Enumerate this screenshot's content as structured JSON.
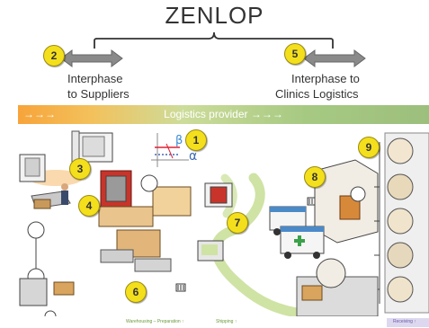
{
  "title": "ZENLOP",
  "suppliers": {
    "badge": "2",
    "line1": "Interphase",
    "line2": "to Suppliers"
  },
  "clinics": {
    "badge": "5",
    "line1": "Interphase to",
    "line2": "Clinics Logistics"
  },
  "band": {
    "label": "Logistics provider →→→",
    "left_arrows": "→→→"
  },
  "badges": [
    "1",
    "3",
    "4",
    "6",
    "7",
    "8",
    "9"
  ],
  "greek": {
    "beta": "β",
    "alpha": "α"
  },
  "footer": {
    "warehousing": "Warehousing – Preparation ↑",
    "shipping": "Shipping ↑",
    "receiving": "Receiving ↑"
  },
  "colors": {
    "badge": "#f4df1c",
    "band_start": "#f7a43a",
    "band_end": "#9dbf7d",
    "truck_green": "#b5d87a"
  }
}
